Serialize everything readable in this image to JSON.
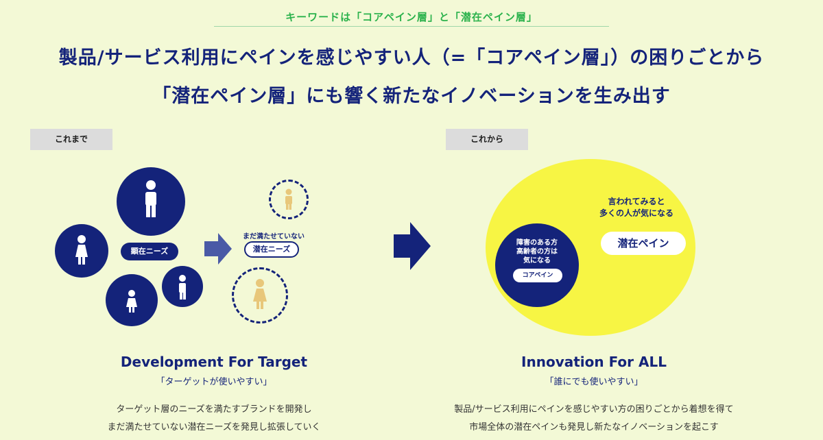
{
  "keyword": "キーワードは「コアペイン層」と「潜在ペイン層」",
  "headline": {
    "line1": "製品/サービス利用にペインを感じやすい人（=「コアペイン層」）の困りごとから",
    "line2": "「潜在ペイン層」にも響く新たなイノベーションを生み出す"
  },
  "left": {
    "tag": "これまで",
    "center_label": "顕在ニーズ",
    "unmet_label": "まだ満たせていない",
    "latent_label": "潜在ニーズ",
    "title": "Development For Target",
    "subtitle": "「ターゲットが使いやすい」",
    "desc1": "ターゲット層のニーズを満たすブランドを開発し",
    "desc2": "まだ満たせていない潜在ニーズを発見し拡張していく"
  },
  "right": {
    "tag": "これから",
    "outer_caption1": "言われてみると",
    "outer_caption2": "多くの人が気になる",
    "latent_pain": "潜在ペイン",
    "inner_caption1": "障害のある方",
    "inner_caption2": "高齢者の方は",
    "inner_caption3": "気になる",
    "core_pain": "コアペイン",
    "title": "Innovation For ALL",
    "subtitle": "「誰にでも使いやすい」",
    "desc1": "製品/サービス利用にペインを感じやすい方の困りごとから着想を得て",
    "desc2": "市場全体の潜在ペインも発見し新たなイノベーションを起こす"
  },
  "colors": {
    "background": "#f3f9d6",
    "navy": "#14237a",
    "keyword_green": "#2bb24c",
    "yellow": "#f7f544",
    "figure_gold": "#e8c77a",
    "arrow_small": "#4a5aa6"
  }
}
